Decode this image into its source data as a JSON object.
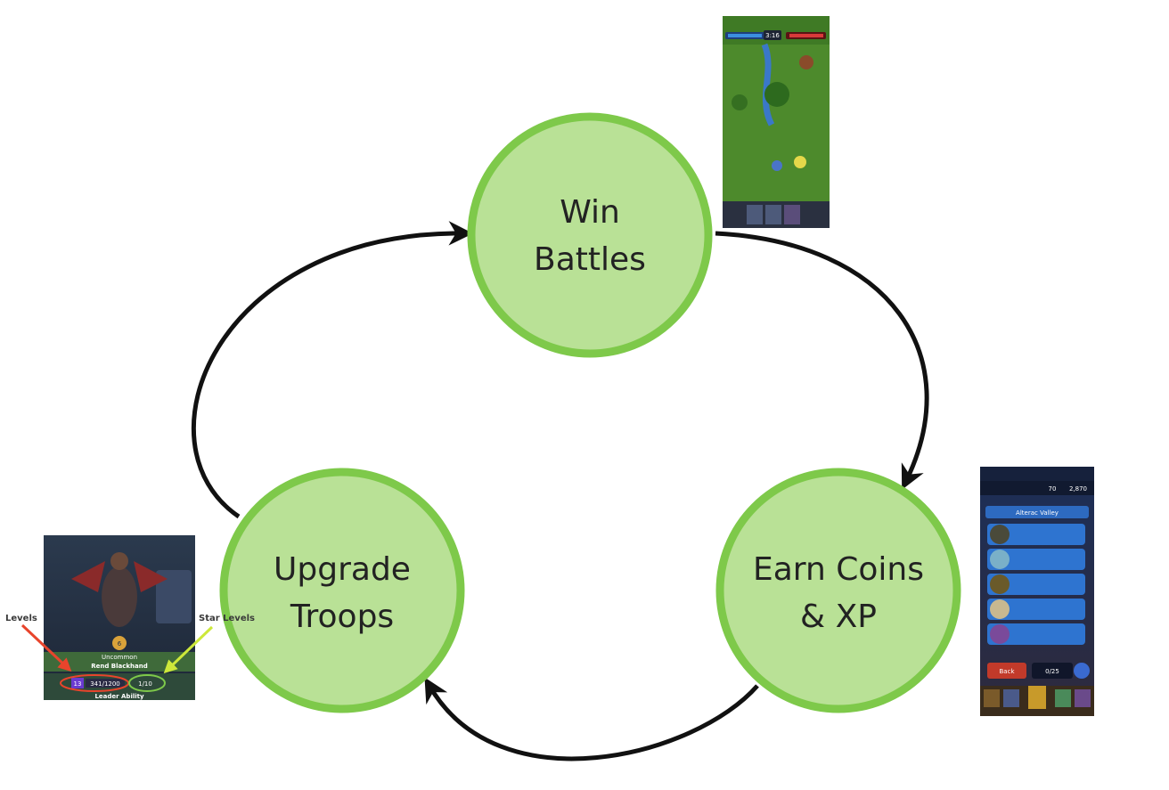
{
  "nodes": {
    "win": {
      "line1": "Win",
      "line2": "Battles"
    },
    "earn": {
      "line1": "Earn Coins",
      "line2": "& XP"
    },
    "upgrade": {
      "line1": "Upgrade",
      "line2": "Troops"
    }
  },
  "annotations": {
    "levels": "Levels",
    "star_levels": "Star Levels"
  },
  "troop_card": {
    "star_count": "6",
    "rarity": "Uncommon",
    "name": "Rend Blackhand",
    "level": "13",
    "xp": "341/1200",
    "stars": "1/10",
    "ability": "Leader Ability"
  },
  "battle_screen": {
    "timer": "3:16"
  },
  "map_screen": {
    "title": "Alterac Valley",
    "back": "Back",
    "progress": "0/25",
    "coins": "2,870",
    "gems": "70"
  },
  "colors": {
    "node_fill": "#b9e196",
    "node_stroke": "#7ec94a",
    "arrow": "#111111",
    "levels_arrow": "#e8442c",
    "star_arrow": "#cde83a"
  }
}
